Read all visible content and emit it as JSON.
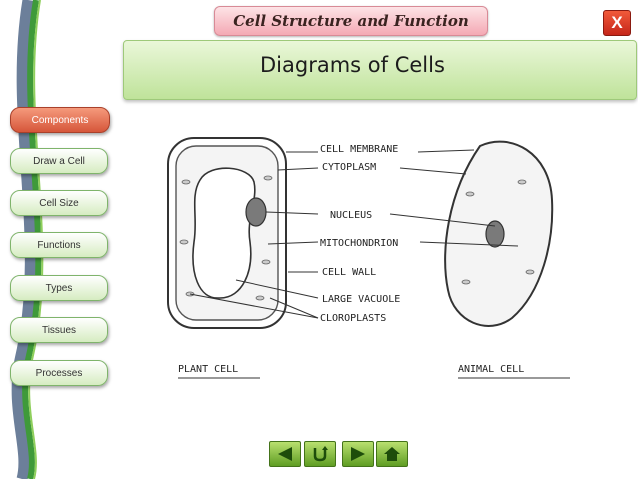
{
  "header": {
    "app_title": "Cell Structure and Function",
    "close_label": "X"
  },
  "main": {
    "slide_title": "Diagrams of Cells"
  },
  "sidebar": {
    "items": [
      {
        "label": "Components",
        "active": true
      },
      {
        "label": "Draw a Cell",
        "active": false
      },
      {
        "label": "Cell Size",
        "active": false
      },
      {
        "label": "Functions",
        "active": false
      },
      {
        "label": "Types",
        "active": false
      },
      {
        "label": "Tissues",
        "active": false
      },
      {
        "label": "Processes",
        "active": false
      }
    ]
  },
  "diagram": {
    "labels": {
      "membrane": "CELL MEMBRANE",
      "cytoplasm": "CYTOPLASM",
      "nucleus": "NUCLEUS",
      "mitochondrion": "MITOCHONDRION",
      "cell_wall": "CELL WALL",
      "vacuole": "LARGE VACUOLE",
      "chloroplasts": "CLOROPLASTS"
    },
    "captions": {
      "plant": "PLANT CELL",
      "animal": "ANIMAL CELL"
    }
  },
  "controls": {
    "icons": [
      "back-arrow-icon",
      "return-icon",
      "forward-arrow-icon",
      "home-icon"
    ],
    "accent": "#6aab2a"
  },
  "colors": {
    "active_nav": "#d6563a",
    "header_band": "#cbe9a8",
    "title_plate": "#f4a9b4"
  }
}
